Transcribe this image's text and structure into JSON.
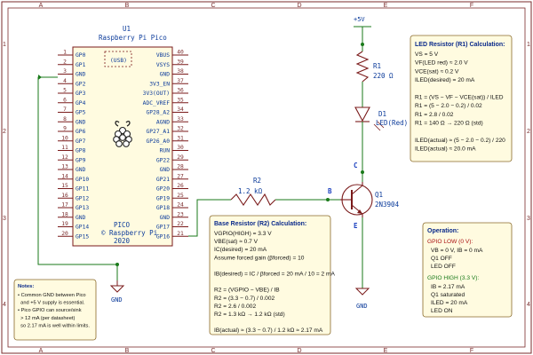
{
  "grid": {
    "columns": [
      "A",
      "B",
      "C",
      "D",
      "E",
      "F"
    ],
    "rows": [
      "1",
      "2",
      "3",
      "4"
    ]
  },
  "pico": {
    "ref": "U1",
    "name": "Raspberry Pi Pico",
    "usb": "(USB)",
    "footer": [
      "PICO",
      "© Raspberry Pi",
      "2020"
    ],
    "left_pins": [
      {
        "num": "1",
        "label": "GP0"
      },
      {
        "num": "2",
        "label": "GP1"
      },
      {
        "num": "3",
        "label": "GND"
      },
      {
        "num": "4",
        "label": "GP2"
      },
      {
        "num": "5",
        "label": "GP3"
      },
      {
        "num": "6",
        "label": "GP4"
      },
      {
        "num": "7",
        "label": "GP5"
      },
      {
        "num": "8",
        "label": "GND"
      },
      {
        "num": "9",
        "label": "GP6"
      },
      {
        "num": "10",
        "label": "GP7"
      },
      {
        "num": "11",
        "label": "GP8"
      },
      {
        "num": "12",
        "label": "GP9"
      },
      {
        "num": "13",
        "label": "GND"
      },
      {
        "num": "14",
        "label": "GP10"
      },
      {
        "num": "15",
        "label": "GP11"
      },
      {
        "num": "16",
        "label": "GP12"
      },
      {
        "num": "17",
        "label": "GP13"
      },
      {
        "num": "18",
        "label": "GND"
      },
      {
        "num": "19",
        "label": "GP14"
      },
      {
        "num": "20",
        "label": "GP15"
      }
    ],
    "right_pins": [
      {
        "num": "40",
        "label": "VBUS"
      },
      {
        "num": "39",
        "label": "VSYS"
      },
      {
        "num": "38",
        "label": "GND"
      },
      {
        "num": "37",
        "label": "3V3_EN"
      },
      {
        "num": "36",
        "label": "3V3(OUT)"
      },
      {
        "num": "35",
        "label": "ADC_VREF"
      },
      {
        "num": "34",
        "label": "GP28_A2"
      },
      {
        "num": "33",
        "label": "AGND"
      },
      {
        "num": "32",
        "label": "GP27_A1"
      },
      {
        "num": "31",
        "label": "GP26_A0"
      },
      {
        "num": "30",
        "label": "RUN"
      },
      {
        "num": "29",
        "label": "GP22"
      },
      {
        "num": "28",
        "label": "GND"
      },
      {
        "num": "27",
        "label": "GP21"
      },
      {
        "num": "26",
        "label": "GP20"
      },
      {
        "num": "25",
        "label": "GP19"
      },
      {
        "num": "24",
        "label": "GP18"
      },
      {
        "num": "23",
        "label": "GND"
      },
      {
        "num": "22",
        "label": "GP17"
      },
      {
        "num": "21",
        "label": "GP16"
      }
    ]
  },
  "nets": {
    "vcc": "+5V",
    "gnd_left": "GND",
    "gnd_right": "GND"
  },
  "r1": {
    "ref": "R1",
    "value": "220 Ω"
  },
  "d1": {
    "ref": "D1",
    "value": "LED(Red)"
  },
  "r2": {
    "ref": "R2",
    "value": "1.2 kΩ"
  },
  "q1": {
    "ref": "Q1",
    "value": "2N3904"
  },
  "nodes": {
    "collector": "C",
    "base": "B",
    "emitter": "E"
  },
  "led_calc": {
    "title": "LED Resistor (R1) Calculation:",
    "lines": [
      "VS = 5 V",
      "VF(LED red) ≈ 2.0 V",
      "VCE(sat) ≈ 0.2 V",
      "ILED(desired) = 20 mA",
      "",
      "R1 = (VS − VF − VCE(sat)) / ILED",
      "R1 = (5 − 2.0 − 0.2) / 0.02",
      "R1 = 2.8 / 0.02",
      "R1 = 140 Ω → 220 Ω (std)",
      "",
      "ILED(actual) ≈ (5 − 2.0 − 0.2) / 220",
      "ILED(actual) ≈ 20.0 mA"
    ]
  },
  "base_calc": {
    "title": "Base Resistor (R2) Calculation:",
    "lines": [
      "VGPIO(HIGH) = 3.3 V",
      "VBE(sat) ≈ 0.7 V",
      "IC(desired) = 20 mA",
      "Assume forced gain (βforced) = 10",
      "",
      "IB(desired) = IC / βforced = 20 mA / 10 = 2 mA",
      "",
      "R2 = (VGPIO − VBE) / IB",
      "R2 = (3.3 − 0.7) / 0.002",
      "R2 = 2.6 / 0.002",
      "R2 = 1.3 kΩ → 1.2 kΩ (std)",
      "",
      "IB(actual) ≈ (3.3 − 0.7) / 1.2 kΩ ≈ 2.17 mA"
    ]
  },
  "operation": {
    "title": "Operation:",
    "low_title": "GPIO LOW (0 V):",
    "low_lines": [
      "VB = 0 V, IB = 0 mA",
      "Q1 OFF",
      "LED OFF"
    ],
    "high_title": "GPIO HIGH (3.3 V):",
    "high_lines": [
      "IB = 2.17 mA",
      "Q1 saturated",
      "ILED = 20 mA",
      "LED ON"
    ]
  },
  "notes": {
    "title": "Notes:",
    "lines": [
      "• Common GND between Pico",
      "  and +5 V supply is essential.",
      "• Pico GPIO can source/sink",
      "  > 12 mA (per datasheet)",
      "  so 2.17 mA is well within limits."
    ]
  },
  "colors": {
    "wire": "#1a7a1a",
    "border": "#7a2b2b",
    "component": "#7a1a1a",
    "note_bg": "#fffbe0",
    "text_blue": "#0a3a9a"
  }
}
